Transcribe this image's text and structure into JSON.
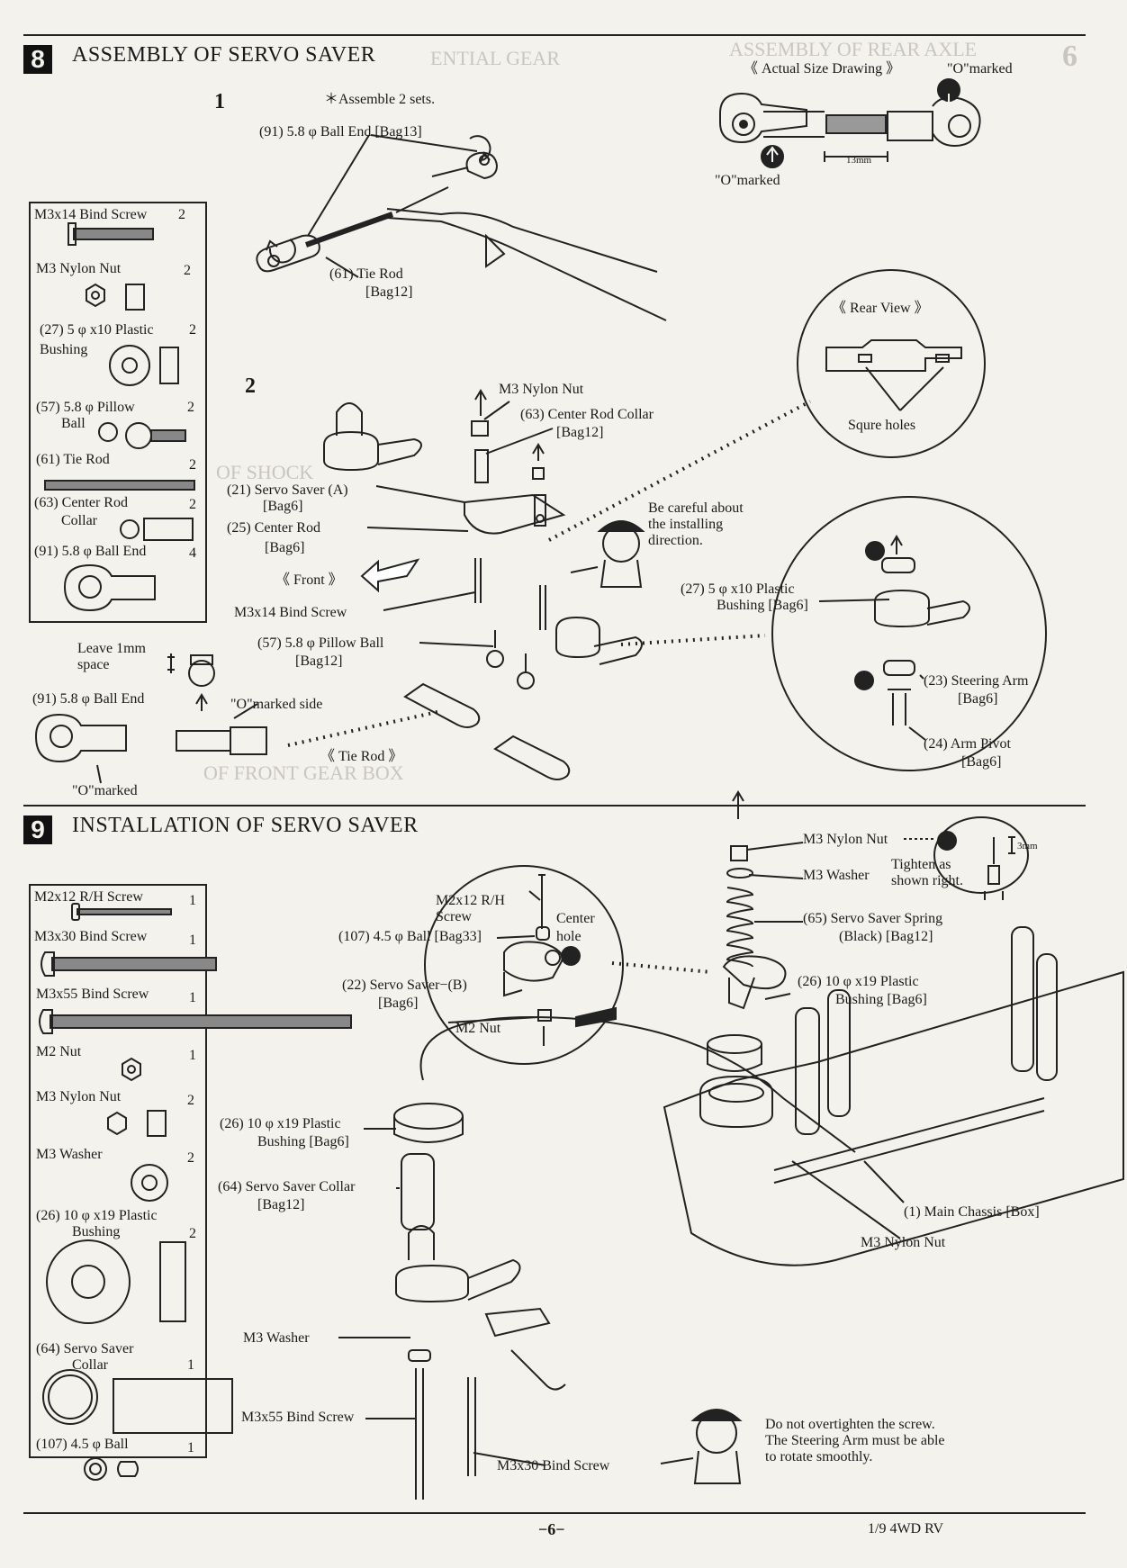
{
  "section8": {
    "number": "8",
    "title": "ASSEMBLY OF SERVO SAVER",
    "step1": {
      "number": "1",
      "note": "＊Assemble 2 sets.",
      "ball_end": "(91)  5.8 φ Ball End  [Bag13]",
      "tie_rod": "(61)  Tie Rod",
      "tie_rod_bag": "[Bag12]"
    },
    "actual_size": {
      "title": "《 Actual Size Drawing 》",
      "o_marked_top": "\"O\"marked",
      "o_marked_bottom": "\"O\"marked",
      "dimension": "13mm"
    },
    "step2": {
      "number": "2",
      "m3_nylon_nut": "M3 Nylon Nut",
      "center_rod_collar": "(63)  Center Rod Collar",
      "center_rod_collar_bag": "[Bag12]",
      "servo_saver_a": "(21)  Servo Saver (A)",
      "servo_saver_a_bag": "[Bag6]",
      "center_rod": "(25)  Center Rod",
      "center_rod_bag": "[Bag6]",
      "front": "《 Front 》",
      "bind_screw": "M3x14 Bind Screw",
      "pillow_ball": "(57)  5.8 φ Pillow Ball",
      "pillow_ball_bag": "[Bag12]",
      "tie_rod": "《 Tie Rod 》",
      "careful_1": "Be careful about",
      "careful_2": "the installing",
      "careful_3": "direction."
    },
    "rear_view": {
      "title": "《 Rear View 》",
      "holes": "Squre holes"
    },
    "detail": {
      "bushing": "(27)  5 φ x10 Plastic",
      "bushing_bag": "Bushing  [Bag6]",
      "steering_arm": "(23)  Steering Arm",
      "steering_arm_bag": "[Bag6]",
      "arm_pivot": "(24)  Arm Pivot",
      "arm_pivot_bag": "[Bag6]"
    },
    "leave_space": {
      "line1": "Leave 1mm",
      "line2": "space",
      "ball_end": "(91)  5.8 φ Ball End",
      "o_marked_side": "\"O\"marked side",
      "o_marked": "\"O\"marked"
    },
    "parts": [
      {
        "name": "M3x14 Bind Screw",
        "qty": "2"
      },
      {
        "name": "M3 Nylon Nut",
        "qty": "2"
      },
      {
        "name": "(27)  5 φ x10 Plastic",
        "name2": "Bushing",
        "qty": "2"
      },
      {
        "name": "(57)  5.8 φ Pillow",
        "name2": "Ball",
        "qty": "2"
      },
      {
        "name": "(61)  Tie Rod",
        "qty": "2"
      },
      {
        "name": "(63)  Center Rod",
        "name2": "Collar",
        "qty": "2"
      },
      {
        "name": "(91)  5.8 φ Ball End",
        "qty": "4"
      }
    ]
  },
  "section9": {
    "number": "9",
    "title": "INSTALLATION OF SERVO SAVER",
    "parts": [
      {
        "name": "M2x12 R/H Screw",
        "qty": "1"
      },
      {
        "name": "M3x30 Bind Screw",
        "qty": "1"
      },
      {
        "name": "M3x55 Bind Screw",
        "qty": "1"
      },
      {
        "name": "M2 Nut",
        "qty": "1"
      },
      {
        "name": "M3 Nylon Nut",
        "qty": "2"
      },
      {
        "name": "M3 Washer",
        "qty": "2"
      },
      {
        "name": "(26)  10 φ x19 Plastic",
        "name2": "Bushing",
        "qty": "2"
      },
      {
        "name": "(64)  Servo Saver",
        "name2": "Collar",
        "qty": "1"
      },
      {
        "name": "(107)  4.5 φ Ball",
        "qty": "1"
      }
    ],
    "labels": {
      "m2_screw_1": "M2x12 R/H",
      "m2_screw_2": "Screw",
      "ball": "(107)  4.5 φ Ball  [Bag33]",
      "center_hole_1": "Center",
      "center_hole_2": "hole",
      "servo_saver_b": "(22)  Servo Saver−(B)",
      "servo_saver_b_bag": "[Bag6]",
      "m2_nut": "M2 Nut",
      "m3_nylon_nut_top": "M3 Nylon Nut",
      "tighten_1": "Tighten as",
      "tighten_2": "shown right.",
      "dim_3mm": "3mm",
      "m3_washer_top": "M3 Washer",
      "spring": "(65)  Servo Saver Spring",
      "spring_bag": "(Black)  [Bag12]",
      "bushing_right": "(26)  10 φ x19 Plastic",
      "bushing_right_bag": "Bushing  [Bag6]",
      "bushing_left": "(26)  10 φ x19 Plastic",
      "bushing_left_bag": "Bushing  [Bag6]",
      "collar": "(64)  Servo Saver Collar",
      "collar_bag": "[Bag12]",
      "chassis": "(1)  Main Chassis  [Box]",
      "m3_nylon_nut_bottom": "M3 Nylon Nut",
      "m3_washer": "M3 Washer",
      "m3x55": "M3x55 Bind Screw",
      "m3x30": "M3x30 Bind Screw",
      "warning_1": "Do not overtighten the screw.",
      "warning_2": "The Steering Arm must be able",
      "warning_3": "to rotate smoothly."
    }
  },
  "footer": {
    "page": "−6−",
    "model": "1/9  4WD RV"
  },
  "bleed": {
    "gear_title": "ENTIAL GEAR",
    "axle_title": "ASSEMBLY OF REAR AXLE",
    "axle_num": "6",
    "front_gear": "OF FRONT GEAR BOX",
    "shock": "OF SHOCK"
  }
}
